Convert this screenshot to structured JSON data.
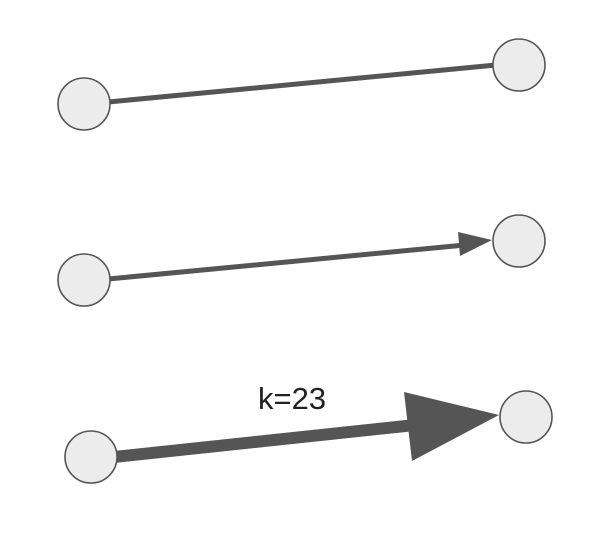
{
  "diagram": {
    "colors": {
      "node_fill": "#ececec",
      "node_stroke": "#555555",
      "edge": "#555555",
      "label": "#222222"
    },
    "edges": [
      {
        "style": "undirected",
        "label": ""
      },
      {
        "style": "directed",
        "label": ""
      },
      {
        "style": "directed-weighted",
        "label": "k=23"
      }
    ]
  }
}
